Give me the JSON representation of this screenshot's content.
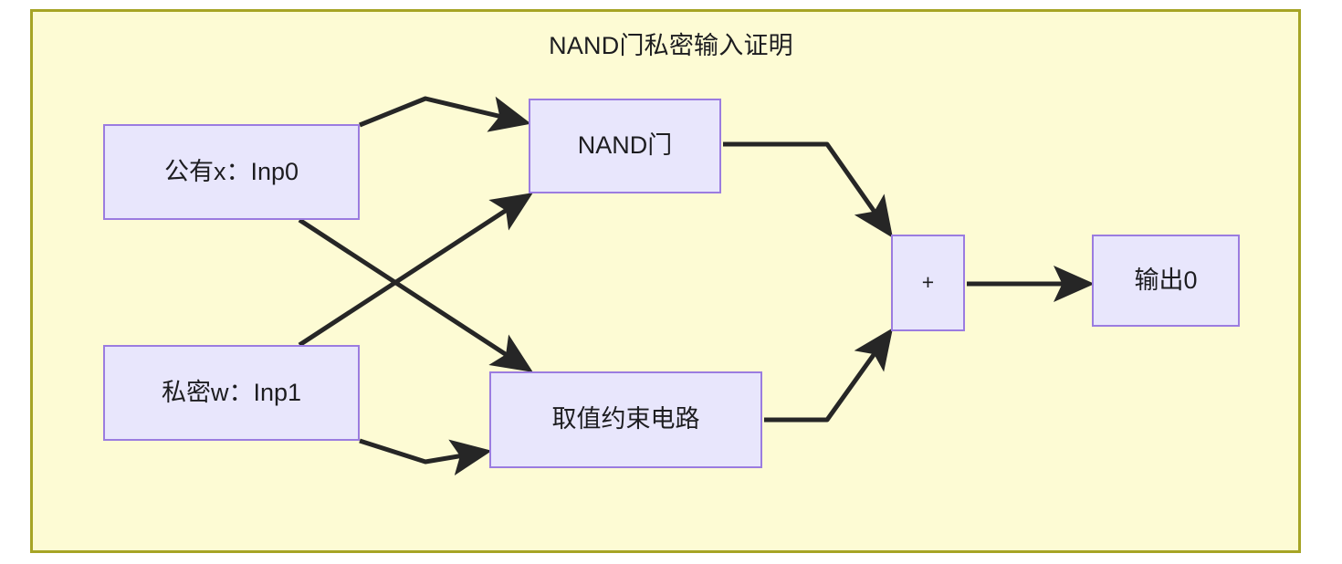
{
  "diagram": {
    "title": "NAND门私密输入证明",
    "frame_color": "#a6a425",
    "frame_fill": "#fdfbd4",
    "node_fill": "#e8e6fc",
    "node_border": "#9b7ce0",
    "edge_color": "#262626",
    "nodes": [
      {
        "id": "public-x",
        "label": "公有x：Inp0"
      },
      {
        "id": "private-w",
        "label": "私密w：Inp1"
      },
      {
        "id": "nand-gate",
        "label": "NAND门"
      },
      {
        "id": "range-check",
        "label": "取值约束电路"
      },
      {
        "id": "sum",
        "label": "+"
      },
      {
        "id": "output",
        "label": "输出0"
      }
    ],
    "edges": [
      {
        "from": "public-x",
        "to": "nand-gate"
      },
      {
        "from": "public-x",
        "to": "range-check"
      },
      {
        "from": "private-w",
        "to": "nand-gate"
      },
      {
        "from": "private-w",
        "to": "range-check"
      },
      {
        "from": "nand-gate",
        "to": "sum"
      },
      {
        "from": "range-check",
        "to": "sum"
      },
      {
        "from": "sum",
        "to": "output"
      }
    ]
  }
}
